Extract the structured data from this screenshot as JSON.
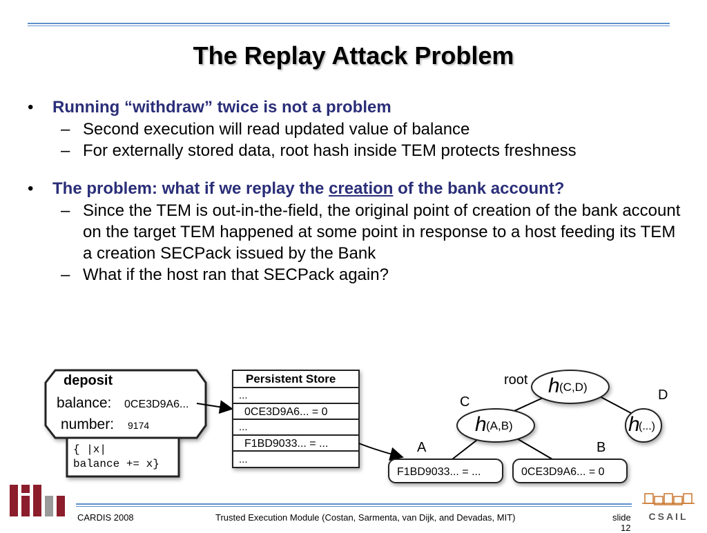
{
  "title": "The Replay Attack Problem",
  "bullet1": {
    "text": "Running “withdraw” twice is not a problem",
    "subs": [
      "Second execution will read updated value of balance",
      "For externally stored data, root hash inside TEM protects freshness"
    ]
  },
  "bullet2": {
    "pre": "The problem:  what if we replay the ",
    "underlined": "creation",
    "post": " of the bank account?",
    "subs": [
      "Since the TEM is out-in-the-field, the original point of creation of the bank account on the target TEM happened at some point in response to a host feeding its TEM a creation SECPack issued by the Bank",
      "What if the host ran that SECPack again?"
    ]
  },
  "diagram": {
    "deposit": {
      "header": "deposit",
      "balance_label": "balance:",
      "balance_value": "0CE3D9A6...",
      "number_label": "number:",
      "number_value": "9174",
      "code_line1": "{ |x|",
      "code_line2": "balance += x}"
    },
    "store": {
      "header": "Persistent Store",
      "rows": [
        "...",
        "0CE3D9A6... = 0",
        "...",
        "F1BD9033... = ...",
        "..."
      ]
    },
    "tree": {
      "root_label": "root",
      "node_root": "(C,D)",
      "node_c": "(A,B)",
      "node_d": "(...)",
      "h": "h",
      "label_c": "C",
      "label_d": "D",
      "label_a": "A",
      "label_b": "B",
      "leaf_a": "F1BD9033... = ...",
      "leaf_b": "0CE3D9A6... = 0"
    }
  },
  "footer": {
    "left": "CARDIS 2008",
    "center": "Trusted Execution Module (Costan, Sarmenta, van Dijk, and Devadas, MIT)",
    "slide_label": "slide",
    "slide_number": "12"
  },
  "logos": {
    "csail_text": "CSAIL"
  }
}
